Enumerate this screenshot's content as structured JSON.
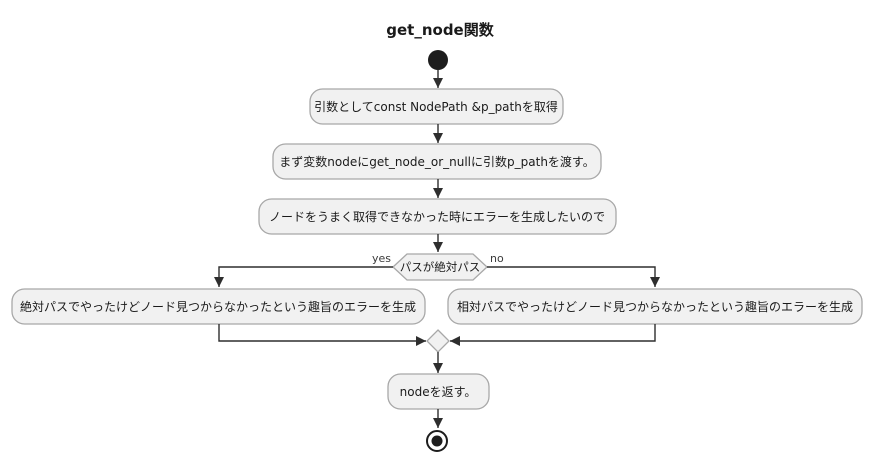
{
  "diagram": {
    "title": "get_node関数",
    "nodes": {
      "step1": "引数としてconst NodePath &p_pathを取得",
      "step2": "まず変数nodeにget_node_or_nullに引数p_pathを渡す。",
      "step3": "ノードをうまく取得できなかった時にエラーを生成したいので",
      "decision": "パスが絶対パス",
      "yes_branch": "絶対パスでやったけどノード見つからなかったという趣旨のエラーを生成",
      "no_branch": "相対パスでやったけどノード見つからなかったという趣旨のエラーを生成",
      "final": "nodeを返す。"
    },
    "branch_labels": {
      "yes": "yes",
      "no": "no"
    },
    "colors": {
      "node_fill": "#f1f1f1",
      "node_border": "#a8a8a8",
      "edge": "#2e2e2e",
      "text": "#1a1a1a",
      "background": "#ffffff"
    }
  }
}
